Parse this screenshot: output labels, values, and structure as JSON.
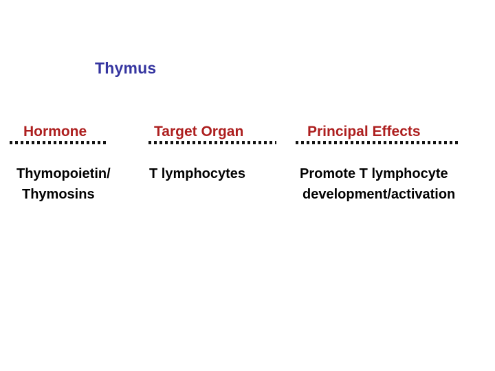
{
  "slide": {
    "title": "Thymus",
    "title_color": "#3535a0",
    "header_color": "#ad1f1f",
    "body_color": "#010101",
    "background_color": "#ffffff",
    "rule_color": "#141414"
  },
  "table": {
    "headers": [
      {
        "label": "Hormone"
      },
      {
        "label": "Target Organ"
      },
      {
        "label": "Principal Effects"
      }
    ],
    "rows": [
      {
        "hormone_line1": "Thymopoietin/",
        "hormone_line2": "Thymosins",
        "target_organ": "T lymphocytes",
        "principal_effects_line1": "Promote T lymphocyte",
        "principal_effects_line2": "development/activation"
      }
    ]
  }
}
